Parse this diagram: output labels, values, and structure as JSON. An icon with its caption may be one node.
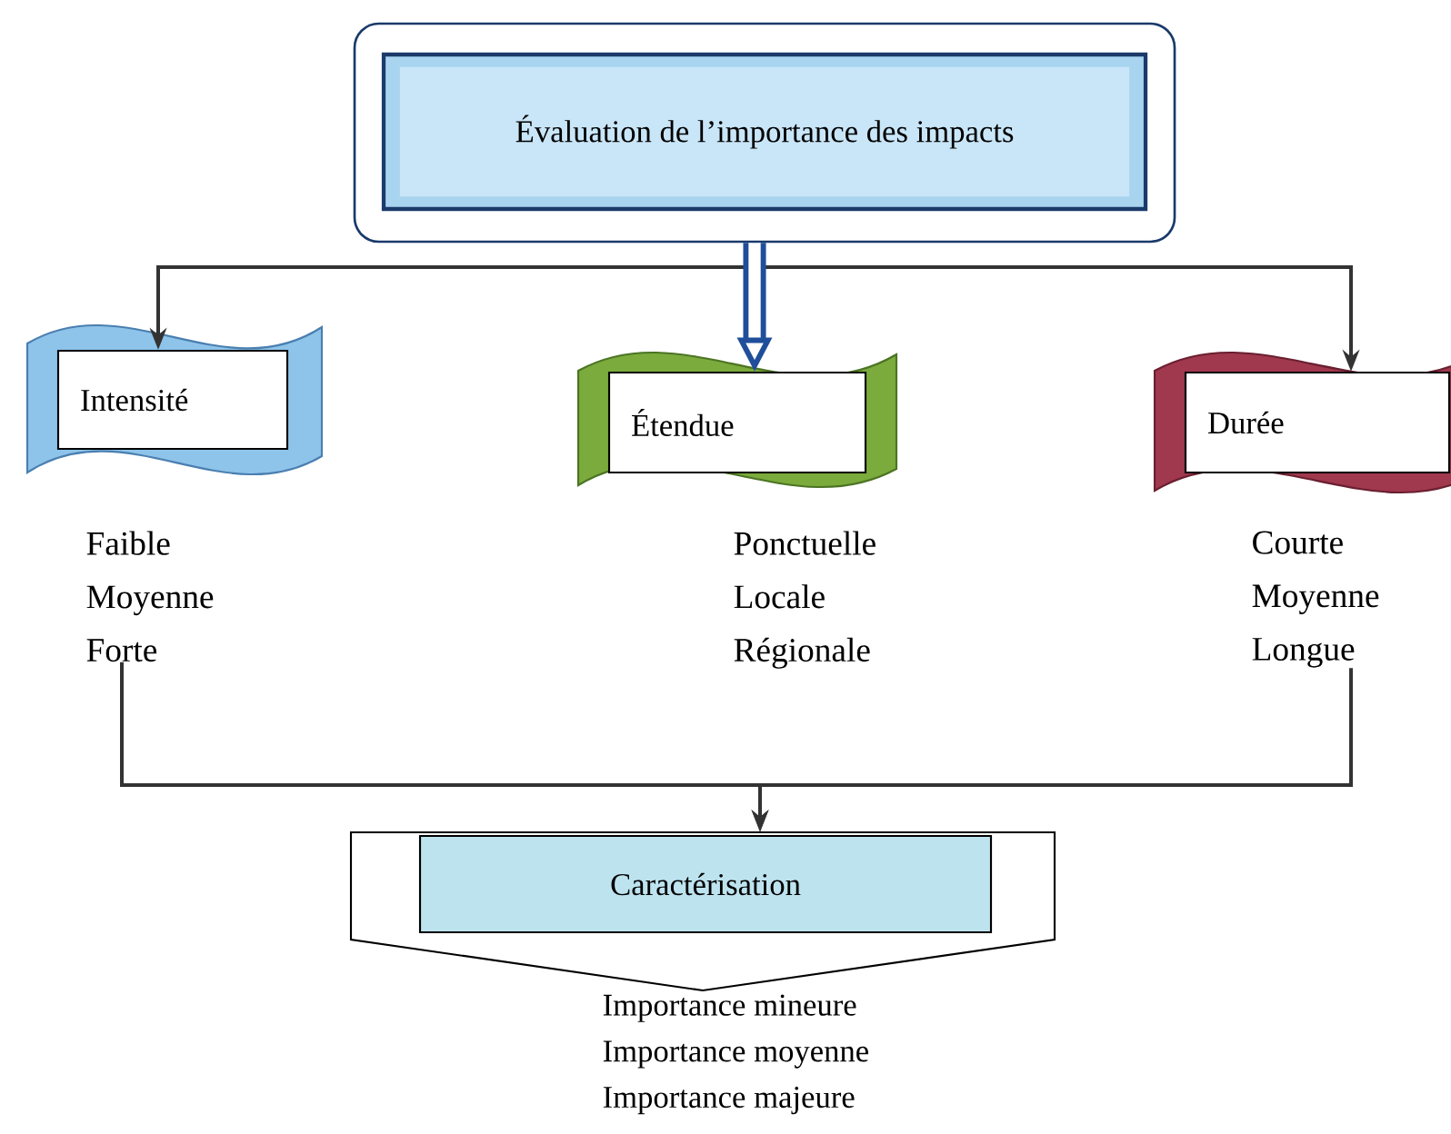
{
  "diagram": {
    "nodes": [
      {
        "text": [],
        "shape": "box"
      },
      {
        "text": [
          "Évaluation de l’importance des impacts"
        ],
        "in": 0
      },
      {
        "text": [
          "Intensité"
        ],
        "beside": [
          "Faible",
          "Moyenne",
          "Forte"
        ]
      },
      {
        "text": [
          "Étendue"
        ],
        "beside": [
          "Ponctuelle",
          "Locale",
          "Régionale"
        ]
      },
      {
        "text": [
          "Durée"
        ],
        "beside": [
          "Courte",
          "Moyenne",
          "Longue"
        ]
      },
      {
        "text": [],
        "shape": "pentagon"
      },
      {
        "text": [
          "Caractérisation"
        ],
        "in": 5,
        "beside": [
          "Importance mineure",
          "Importance moyenne",
          "Importance majeure"
        ]
      }
    ],
    "edges": [
      {
        "from": 0,
        "to": 2,
        "arrow": "to"
      },
      {
        "from": 0,
        "to": 4,
        "arrow": "to"
      },
      {
        "from": 0,
        "to": 3,
        "arrow": "to",
        "style": "thick",
        "color": "#1f4e9a"
      },
      {
        "from": 2,
        "to": 5,
        "arrow": "to"
      },
      {
        "from": 4,
        "to": 5,
        "arrow": "to"
      }
    ]
  }
}
